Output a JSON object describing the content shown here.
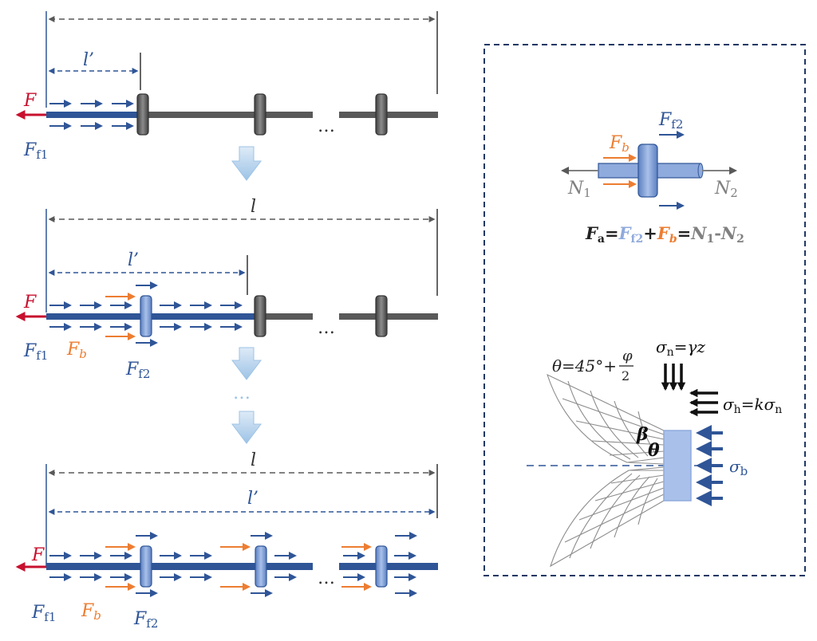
{
  "colors": {
    "force_red": "#c8102e",
    "friction_blue": "#2f5597",
    "bearing_orange": "#ed7d31",
    "rod_gray": "#595959",
    "dim_gray": "#595959",
    "anchor_blue": "#8faadc",
    "dash_frame": "#1f3864",
    "label_gray": "#808080"
  },
  "left": {
    "stage1": {
      "F": "F",
      "Ff1": "F",
      "Ff1_sub": "f1",
      "l_prime": "l’",
      "ellipsis": "…"
    },
    "stage2": {
      "F": "F",
      "Ff1": "F",
      "Ff1_sub": "f1",
      "Fb": "F",
      "Fb_sub": "b",
      "Ff2": "F",
      "Ff2_sub": "f2",
      "l": "l",
      "l_prime": "l’",
      "ellipsis": "…"
    },
    "middle_ellipsis": "…",
    "stage3": {
      "F": "F",
      "Ff1": "F",
      "Ff1_sub": "f1",
      "Fb": "F",
      "Fb_sub": "b",
      "Ff2": "F",
      "Ff2_sub": "f2",
      "l": "l",
      "l_prime": "l’",
      "ellipsis": "…"
    }
  },
  "right": {
    "anchor_free_body": {
      "Ff2": "F",
      "Ff2_sub": "f2",
      "Fb": "F",
      "Fb_sub": "b",
      "N1": "N",
      "N1_sub": "1",
      "N2": "N",
      "N2_sub": "2",
      "eq": {
        "Fa": "F",
        "Fa_sub": "a",
        "eq1": "=",
        "Ff2": "F",
        "Ff2_sub": "f2",
        "plus": "+",
        "Fb": "F",
        "Fb_sub": "b",
        "eq2": "=",
        "N1": "N",
        "N1_sub": "1",
        "minus": "-",
        "N2": "N",
        "N2_sub": "2"
      }
    },
    "passive_wedge": {
      "theta_formula": "θ=45°+",
      "phi": "φ",
      "two": "2",
      "sigma_n_eq": "σ",
      "sigma_n_sub": "n",
      "sigma_n_rhs": "=γz",
      "sigma_h": "σ",
      "sigma_h_sub": "h",
      "sigma_h_rhs": "=kσ",
      "sigma_h_rhs_sub": "n",
      "beta": "β",
      "theta": "θ",
      "sigma_b": "σ",
      "sigma_b_sub": "b"
    }
  }
}
